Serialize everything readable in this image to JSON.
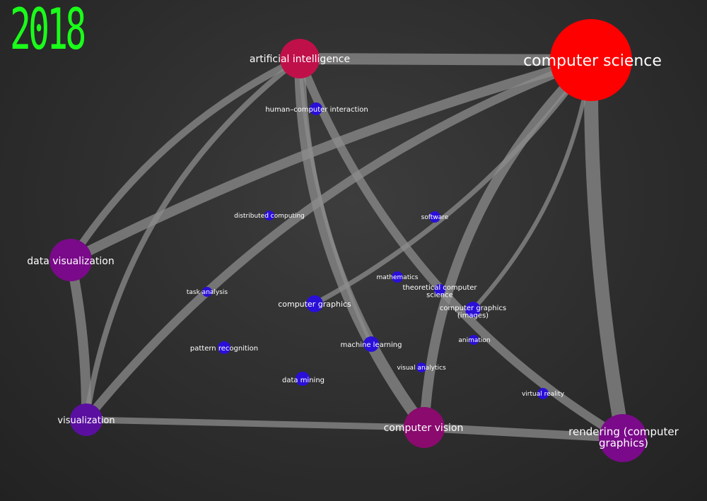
{
  "year": "2018",
  "colors": {
    "year": "#1aff1a",
    "edge": "#8c8c8c",
    "major_red": "#ff0000",
    "major_crimson": "#c0104a",
    "major_purple": "#7a0a8a",
    "major_violet": "#5a0fa0",
    "major_magenta": "#8a0a6e",
    "minor": "#2a0fd8",
    "label": "#ffffff"
  },
  "nodes": [
    {
      "id": "cs",
      "label": "computer science"
    },
    {
      "id": "ai",
      "label": "artificial intelligence"
    },
    {
      "id": "hci",
      "label": "human–computer interaction"
    },
    {
      "id": "dc",
      "label": "distributed computing"
    },
    {
      "id": "sw",
      "label": "software"
    },
    {
      "id": "dv",
      "label": "data visualization"
    },
    {
      "id": "ta",
      "label": "task analysis"
    },
    {
      "id": "math",
      "label": "mathematics"
    },
    {
      "id": "tcs",
      "label": [
        "theoretical computer",
        "science"
      ]
    },
    {
      "id": "cg",
      "label": "computer graphics"
    },
    {
      "id": "cgi",
      "label": [
        "computer graphics",
        "(images)"
      ]
    },
    {
      "id": "anim",
      "label": "animation"
    },
    {
      "id": "ml",
      "label": "machine learning"
    },
    {
      "id": "pr",
      "label": "pattern recognition"
    },
    {
      "id": "va",
      "label": "visual analytics"
    },
    {
      "id": "dm",
      "label": "data mining"
    },
    {
      "id": "vr",
      "label": "virtual reality"
    },
    {
      "id": "vis",
      "label": "visualization"
    },
    {
      "id": "cv",
      "label": "computer vision"
    },
    {
      "id": "rend",
      "label": [
        "rendering (computer",
        "graphics)"
      ]
    }
  ],
  "edges": [
    {
      "from": "ai",
      "to": "cs",
      "weight": 16
    },
    {
      "from": "dv",
      "to": "cs",
      "weight": 14
    },
    {
      "from": "dv",
      "to": "ai",
      "weight": 10
    },
    {
      "from": "vis",
      "to": "ai",
      "weight": 8
    },
    {
      "from": "vis",
      "to": "cs",
      "weight": 12
    },
    {
      "from": "vis",
      "to": "dv",
      "weight": 14
    },
    {
      "from": "vis",
      "to": "cv",
      "weight": 9
    },
    {
      "from": "cv",
      "to": "ai",
      "weight": 16
    },
    {
      "from": "cv",
      "to": "cs",
      "weight": 14
    },
    {
      "from": "cv",
      "to": "rend",
      "weight": 12
    },
    {
      "from": "rend",
      "to": "cs",
      "weight": 20
    },
    {
      "from": "rend",
      "to": "ai",
      "weight": 12
    },
    {
      "from": "ml",
      "to": "ai",
      "weight": 5
    },
    {
      "from": "cg",
      "to": "cs",
      "weight": 7
    },
    {
      "from": "cgi",
      "to": "cs",
      "weight": 6
    }
  ]
}
